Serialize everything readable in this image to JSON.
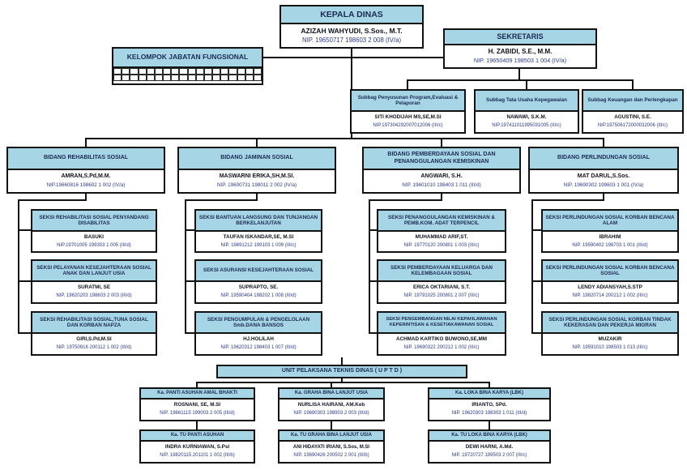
{
  "colors": {
    "header_fill": "#a6d5e6",
    "line": "#121212",
    "nip_text": "#2b3990",
    "title_text": "#1b2a52"
  },
  "top": {
    "kepala": {
      "title": "KEPALA DINAS",
      "name": "AZIZAH WAHYUDI, S.Sos., M.T.",
      "nip": "NIP. 19650717 198603 2 008 (IV/a)"
    },
    "sekretaris": {
      "title": "SEKRETARIS",
      "name": "H. ZABIDI, S.E., M.M.",
      "nip": "NIP. 19650409 198503 1 004 (IV/a)"
    },
    "kelompok": {
      "title": "KELOMPOK JABATAN FUNGSIONAL"
    }
  },
  "subbags": [
    {
      "title": "Subbag Penyusunan Program,Evaluasi & Pelaporan",
      "name": "SITI KHODIJAH MS,SE,M.SI",
      "nip": "NIP.197304292007012006 (III/c)"
    },
    {
      "title": "Subbag Tata Usaha Kepegawaian",
      "name": "NAWAWI, S.K.M.",
      "nip": "NIP.197411011995031005 (III/c)"
    },
    {
      "title": "Subbag Keuangan dan Perlengkapan",
      "name": "AGUSTINI, S.E.",
      "nip": "NIP.197506172000032006 (III/c)"
    }
  ],
  "bidangs": [
    {
      "title": "BIDANG REHABILITAS SOSIAL",
      "name": "AMRAN,S.Pd,M.M.",
      "nip": "NIP.19660816 198602 1 002 (IV/a)"
    },
    {
      "title": "BIDANG JAMINAN SOSIAL",
      "name": "MASWARNI ERIKA,SH,M.SI.",
      "nip": "NIP. 19600731 198011 2 002 (IV/a)"
    },
    {
      "title": "BIDANG PEMBERDAYAAN SOSIAL DAN PENANGGULANGAN KEMISKINAN",
      "name": "ANGWARI, S.H.",
      "nip": "NIP. 19601010 198403 1 011 (III/d)"
    },
    {
      "title": "BIDANG PERLINDUNGAN SOSIAL",
      "name": "MAT DARUL,S.Sos.",
      "nip": "NIP. 19690302 199603 1 001 (IV/a)"
    }
  ],
  "seksi": [
    [
      {
        "title": "SEKSI REHABILITASI SOSIAL PENYANDANG DISABILITAS",
        "name": "BASUKI",
        "nip": "NIP.19701005 199303 1 005 (III/d)"
      },
      {
        "title": "SEKSI PELAYANAN KESEJAHTERAAN SOSIAL ANAK DAN LANJUT USIA",
        "name": "SURATMI, SE",
        "nip": "NIP. 19620203 198603 2 003 (III/d)"
      },
      {
        "title": "SEKSI REHABILITASI SOSIAL,TUNA SOSIAL DAN KORBAN NAPZA",
        "name": "GIRI,S.Pd,M.SI",
        "nip": "NIP. 19750916 200112 1 002 (III/d)"
      }
    ],
    [
      {
        "title": "SEKSI BANTUAN LANGSUNG DAN TUNJANGAN BERKELANJUTAN",
        "name": "TAUFAN ISKANDAR,SE, M.SI",
        "nip": "NIP. 19691212 199103 1 009 (III/c)"
      },
      {
        "title": "SEKSI ASURANSI KESEJAHTERAAN SOSIAL",
        "name": "SUPRAPTO, SE.",
        "nip": "NIP. 19590404 198202 1 008 (III/d)"
      },
      {
        "title": "SEKSI PENGUMPULAN & PENGELOLAAN Smb.DANA BANSOS",
        "name": "HJ.HOLILAH",
        "nip": "NIP. 19620312 198403 1 007 (III/d)"
      }
    ],
    [
      {
        "title": "SEKSI PENANGGULANGAN KEMISKINAN & PEMB.KOM. ADAT TERPENCIL",
        "name": "MUHAMMAD ARIF,ST.",
        "nip": "NIP. 19770120 200801 1 003 (III/c)"
      },
      {
        "title": "SEKSI PEMBERDAYAAN KELUARGA DAN KELEMBAGAAN SOSIAL",
        "name": "ERICA OKTARIANI, S.T.",
        "nip": "NIP. 19791025 200801 2 007 (III/c)"
      },
      {
        "title": "SEKSI PENGEMBANGAN NILAI KEPAHLAWANAN KEPERINTISAN & KESETIAKAWANAN SOSIAL",
        "name": "ACHMAD KARTIKO BUWONO,SE,MM",
        "nip": "NIP. 19690322 200212 1 002 (III/c)"
      }
    ],
    [
      {
        "title": "SEKSI PERLINDUNGAN SOSIAL KORBAN BENCANA ALAM",
        "name": "IBRAHIM",
        "nip": "NIP. 19590402 198703 1 001 (III/d)"
      },
      {
        "title": "SEKSI PERLINDUNGAN SOSIAL KORBAN BENCANA SOSIAL",
        "name": "LENDY ADIANSYAH,S.STP",
        "nip": "NIP. 19820714 200212 1 002 (III/c)"
      },
      {
        "title": "SEKSI PERLINDUNGAN SOSIAL KORBAN TINDAK KEKERASAN DAN PEKERJA MIGRAN",
        "name": "MUZAKIR",
        "nip": "NIP. 19591010 198503 1 013 (III/c)"
      }
    ]
  ],
  "uptd": {
    "title": "UNIT PELAKSANA TEKNIS DINAS ( U P T D )",
    "columns": [
      {
        "head": {
          "title": "Ka. PANTI ASUHAN AMAL BHAKTI",
          "name": "ROSNANI, SE, M.SI",
          "nip": "NIP. 19661115 199003 2 005 (III/d)"
        },
        "tu": {
          "title": "Ka. TU PANTI ASUHAN",
          "name": "INDRA KURNIAWAN, S.PsI",
          "nip": "NIP. 19820115 201101 1 002 (III/b)"
        }
      },
      {
        "head": {
          "title": "Ka. GRAHA BINA LANJUT USIA",
          "name": "NURLISA HAIRANI, AM.Keb",
          "nip": "NIP. 19690303 198903 2 003 (III/d)"
        },
        "tu": {
          "title": "Ka. TU GRAHA BINA LANJUT USIA",
          "name": "ANI HIDAYATI IRIANI, S.Sos, M.SI",
          "nip": "NIP. 19690426 200502 2 001 (III/b)"
        }
      },
      {
        "head": {
          "title": "Ka. LOKA BINA KARYA  (LBK)",
          "name": "IRIANTO, SPd.",
          "nip": "NIP. 19620303 198303 1 011 (III/d)"
        },
        "tu": {
          "title": "Ka. TU LOKA BINA KARYA  (LBK)",
          "name": "DEWI HARNI, A.Md.",
          "nip": "NIP. 19720727 199503 2 007 (III/c)"
        }
      }
    ]
  }
}
